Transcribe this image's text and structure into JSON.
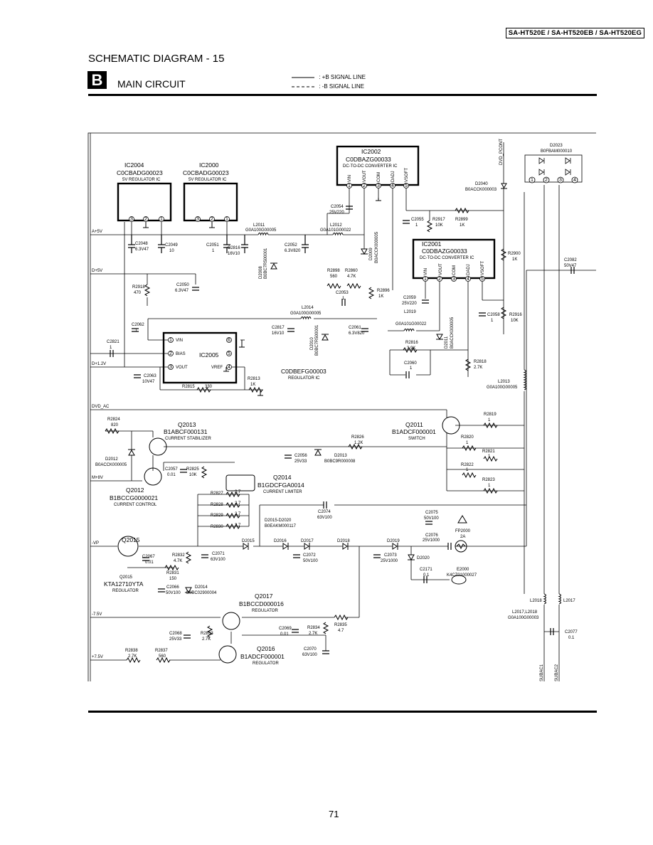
{
  "header": {
    "model": "SA-HT520E / SA-HT520EB / SA-HT520EG",
    "title": "SCHEMATIC DIAGRAM - 15",
    "section_letter": "B",
    "section_name": "MAIN CIRCUIT",
    "legend": [
      {
        "text": ": +B SIGNAL LINE"
      },
      {
        "text": ": -B SIGNAL LINE"
      }
    ]
  },
  "ics": {
    "ic2004": {
      "ref": "IC2004",
      "part": "C0CBADG00023",
      "desc": "5V REGULATOR IC"
    },
    "ic2000": {
      "ref": "IC2000",
      "part": "C0CBADG00023",
      "desc": "5V REGULATOR IC"
    },
    "ic2002": {
      "ref": "IC2002",
      "part": "C0DBAZG00033",
      "desc": "DC-TO-DC CONVERTER IC",
      "pins": [
        "VIN",
        "VOUT",
        "COM",
        "DADJ",
        "VSOFT"
      ]
    },
    "ic2001": {
      "ref": "IC2001",
      "part": "C0DBAZG00033",
      "desc": "DC-TO-DC CONVERTER IC",
      "pins": [
        "VIN",
        "VOUT",
        "COM",
        "DADJ",
        "VSOFT"
      ]
    },
    "ic2005": {
      "ref": "IC2005",
      "part": "C0DBEFG00003",
      "desc": "REGULATOR IC",
      "pins_left": [
        "VIN",
        "BIAS",
        "VOUT"
      ],
      "pin_right": "VREF"
    }
  },
  "transistors": {
    "q2013": {
      "ref": "Q2013",
      "part": "B1ABCF000131",
      "desc": "CURRENT STABILIZER"
    },
    "q2011": {
      "ref": "Q2011",
      "part": "B1ADCF000001",
      "desc": "SWITCH"
    },
    "q2012": {
      "ref": "Q2012",
      "part": "B1BCCG0000021",
      "desc": "CURRENT CONTROL"
    },
    "q2014": {
      "ref": "Q2014",
      "part": "B1GDCFGA0014",
      "desc": "CURRENT LIMITER"
    },
    "q2015": {
      "ref": "Q2015",
      "part": "KTA12710YTA",
      "desc": "REGULATOR",
      "ref2": "Q2015"
    },
    "q2017": {
      "ref": "Q2017",
      "part": "B1BCCD000016",
      "desc": "REGULATOR"
    },
    "q2016": {
      "ref": "Q2016",
      "part": "B1ADCF000001",
      "desc": "REGULATOR"
    }
  },
  "nets": {
    "a5v": "A+5V",
    "d5v": "D+5V",
    "d12v": "D+1.2V",
    "dvd_ac": "DVD_AC",
    "m8v": "M+8V",
    "vp": "-VP",
    "n75v": "-7.5V",
    "p75v": "+7.5V",
    "dvd_pcont": "DVD_PCONT",
    "subac1": "SUBAC1",
    "subac2": "SUBAC2"
  },
  "parts": {
    "c2048": "C2048",
    "c2048v": "6.3V47",
    "c2049": "C2049",
    "c2049v": "10",
    "c2051": "C2051",
    "c2051v": "1",
    "c2816": "C2816",
    "c2816v": "16V10",
    "d2008": "D2008",
    "d2008v": "B0BC7R500001",
    "c2052": "C2052",
    "c2052v": "6.3V820",
    "l2011": "L2011",
    "l2011v": "G0A100G00005",
    "l2012": "L2012",
    "l2012v": "G0A101G00022",
    "c2054": "C2054",
    "c2054v": "25V220",
    "d2009": "D2009",
    "d2009v": "B0ACCK000005",
    "r2898": "R2898",
    "r2898v": "560",
    "r2860": "R2860",
    "r2860v": "4.7K",
    "c2053": "C2053",
    "c2053v": "1",
    "r2896": "R2896",
    "r2896v": "1K",
    "c2055": "C2055",
    "c2055v": "1",
    "r2917": "R2917",
    "r2917v": "10K",
    "r2899": "R2899",
    "r2899v": "1K",
    "d2040": "D2040",
    "d2040v": "B0ACCK000003",
    "r2900": "R2900",
    "r2900v": "1K",
    "d2023": "D2023",
    "d2023v": "B0FBAM000010",
    "c2082": "C2082",
    "c2082v": "50V47",
    "r2918": "R2918",
    "r2918v": "470",
    "c2050": "C2050",
    "c2050v": "6.3V47",
    "l2014": "L2014",
    "l2014v": "G0A100G00005",
    "c2817": "C2817",
    "c2817v": "16V10",
    "d2010": "D2010",
    "d2010v": "B0BC7R500001",
    "c2061": "C2061",
    "c2061v": "6.3V820",
    "c2059": "C2059",
    "c2059v": "25V220",
    "l2019": "L2019",
    "l2019v": "G0A101G00022",
    "d2011": "D2011",
    "d2011v": "B0ACCK000005",
    "c2058": "C2058",
    "c2058v": "1",
    "r2916": "R2916",
    "r2916v": "10K",
    "c2062": "C2062",
    "c2062v": "1",
    "c2821": "C2821",
    "c2821v": "1",
    "c2063": "C2063",
    "c2063v": "10V47",
    "r2815": "R2815",
    "r2815v": "330",
    "r2813": "R2813",
    "r2813v": "1K",
    "r2816": "R2816",
    "r2816v": "3.9K",
    "c2060": "C2060",
    "c2060v": "1",
    "r2818": "R2818",
    "r2818v": "2.7K",
    "l2013": "L2013",
    "l2013v": "G0A100G00005",
    "r2824": "R2824",
    "r2824v": "820",
    "r2826": "R2826",
    "r2826v": "1.2K",
    "r2819": "R2819",
    "r2819v": "1",
    "r2820": "R2820",
    "r2820v": "1",
    "r2821": "R2821",
    "r2821v": "1",
    "r2822": "R2822",
    "r2822v": "1",
    "r2823": "R2823",
    "r2823v": "1",
    "d2012": "D2012",
    "d2012v": "B0ACCK000005",
    "c2056": "C2056",
    "c2056v": "25V33",
    "d2013": "D2013",
    "d2013v": "B0BC9R000008",
    "c2057": "C2057",
    "c2057v": "0.01",
    "r2825": "R2825",
    "r2825v": "10K",
    "r2827": "R2827",
    "r2827v": "2.7",
    "r2828": "R2828",
    "r2828v": "2.7",
    "r2829": "R2829",
    "r2829v": "2.7",
    "r2830": "R2830",
    "r2830v": "2.7",
    "c2074": "C2074",
    "c2074v": "63V100",
    "d2015_2020": "D2015-D2020",
    "d2015_2020v": "B0EAKM000117",
    "c2075": "C2075",
    "c2075v": "50V100",
    "c2076": "C2076",
    "c2076v": "25V1000",
    "fp2000": "FP2000",
    "fp2000v": "2A",
    "d2015": "D2015",
    "d2016": "D2016",
    "d2017": "D2017",
    "d2018": "D2018",
    "d2019": "D2019",
    "d2020": "D2020",
    "c2067": "C2067",
    "c2067v": "0.01",
    "r2832": "R2832",
    "r2832v": "4.7K",
    "c2071": "C2071",
    "c2071v": "63V100",
    "c2072": "C2072",
    "c2072v": "50V100",
    "c2073": "C2073",
    "c2073v": "25V1000",
    "r2831": "R2831",
    "r2831v": "150",
    "c2066": "C2066",
    "c2066v": "50V100",
    "d2014": "D2014",
    "d2014v": "B0BC02900004",
    "c2171": "C2171",
    "c2171v": "0.1",
    "e2000": "E2000",
    "e2000v": "K4CZ01000027",
    "l2018": "L2018",
    "l2017": "L2017",
    "l2017_2018": "L2017,L2018",
    "l2017_2018v": "G0A100G00003",
    "c2068": "C2068",
    "c2068v": "25V33",
    "r2833": "R2833",
    "r2833v": "2.7K",
    "c2069": "C2069",
    "c2069v": "0.01",
    "r2834": "R2834",
    "r2834v": "2.7K",
    "r2835": "R2835",
    "r2835v": "4.7",
    "c2070": "C2070",
    "c2070v": "63V100",
    "c2077": "C2077",
    "c2077v": "0.1",
    "r2838": "R2838",
    "r2838v": "2.7K",
    "r2837": "R2837",
    "r2837v": "560"
  },
  "page_number": "71"
}
